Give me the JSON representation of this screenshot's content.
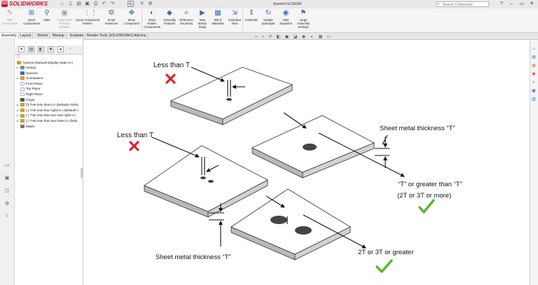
{
  "titlebar": {
    "brand": "SOLIDWORKS",
    "brand_mark": "DS",
    "quick_access_icons": [
      "home-icon",
      "new-doc-icon",
      "open-folder-icon",
      "save-icon",
      "print-icon",
      "undo-icon",
      "redo-icon",
      "select-arrow-icon",
      "rebuild-icon",
      "options-gear-icon"
    ],
    "document_title": "Assem4.SLDASM",
    "search_placeholder": "Search Commands",
    "window_buttons": [
      "?",
      "–",
      "▭",
      "✕"
    ]
  },
  "ribbon": {
    "buttons": [
      {
        "id": "edit-component",
        "label": "Edit\nComponent",
        "dim": true
      },
      {
        "id": "insert-components",
        "label": "Insert\nComponents",
        "dim": false
      },
      {
        "id": "mate",
        "label": "Mate",
        "dim": false
      },
      {
        "id": "component-preview",
        "label": "Component\nPreview\nWindow",
        "dim": true
      },
      {
        "id": "linear-pattern",
        "label": "Linear Component\nPattern",
        "dim": false
      },
      {
        "id": "smart-fasteners",
        "label": "Smart\nFasteners",
        "dim": false
      },
      {
        "id": "move-component",
        "label": "Move\nComponent",
        "dim": false
      },
      {
        "id": "show-hidden",
        "label": "Show\nHidden\nComponents",
        "dim": false
      },
      {
        "id": "assembly-features",
        "label": "Assembly\nFeatures",
        "dim": false
      },
      {
        "id": "reference-geometry",
        "label": "Reference\nGeometry",
        "dim": false
      },
      {
        "id": "new-motion-study",
        "label": "New\nMotion\nStudy",
        "dim": false
      },
      {
        "id": "bill-of-materials",
        "label": "Bill of\nMaterials",
        "dim": false
      },
      {
        "id": "exploded-view",
        "label": "Exploded\nView",
        "dim": false
      },
      {
        "id": "instant3d",
        "label": "Instant3D",
        "dim": false
      },
      {
        "id": "update-speedpak",
        "label": "Update\nSpeedpak",
        "dim": false
      },
      {
        "id": "take-snapshot",
        "label": "Take\nSnapshot",
        "dim": false
      },
      {
        "id": "large-assembly",
        "label": "Large\nAssembly\nSettings",
        "dim": false
      }
    ]
  },
  "tabs": [
    "Assembly",
    "Layout",
    "Sketch",
    "Markup",
    "Evaluate",
    "Render Tools",
    "SOLIDWORKS Add-Ins"
  ],
  "active_tab": "Assembly",
  "tree": {
    "root": "Assem4  (Default<Display State-1>)",
    "items": [
      {
        "label": "History",
        "icon": "history-icon",
        "indent": 1,
        "arrow": true
      },
      {
        "label": "Sensors",
        "icon": "sensor-icon",
        "indent": 1,
        "arrow": false
      },
      {
        "label": "Annotations",
        "icon": "annotation-icon",
        "indent": 1,
        "arrow": true
      },
      {
        "label": "Front Plane",
        "icon": "plane-icon",
        "indent": 1,
        "arrow": false
      },
      {
        "label": "Top Plane",
        "icon": "plane-icon",
        "indent": 1,
        "arrow": false
      },
      {
        "label": "Right Plane",
        "icon": "plane-icon",
        "indent": 1,
        "arrow": false
      },
      {
        "label": "Origin",
        "icon": "origin-icon",
        "indent": 1,
        "arrow": false
      },
      {
        "label": "(f) THK less than<1> (Default<<Defa",
        "icon": "part-icon",
        "indent": 1,
        "arrow": true
      },
      {
        "label": "(-) THK less than right<1> (Default<<",
        "icon": "part-icon",
        "indent": 1,
        "arrow": true
      },
      {
        "label": "(-) THK less than two hole right<1>",
        "icon": "part-icon",
        "indent": 1,
        "arrow": true
      },
      {
        "label": "(-) THK less than two hole<1> (Defa",
        "icon": "part-icon",
        "indent": 1,
        "arrow": true
      },
      {
        "label": "Mates",
        "icon": "mates-icon",
        "indent": 1,
        "arrow": false
      }
    ]
  },
  "annotations": {
    "less_than_t_1": "Less than T",
    "less_than_t_2": "Less than T",
    "sheet_metal_t_right": "Sheet metal thickness “T”",
    "t_or_greater": "“T” or greater than “T”",
    "two_t_or_more": "(2T or 3T or more)",
    "two_t_or_greater": "2T or 3T or greater",
    "sheet_metal_t_bottom": "Sheet metal thickness “T”"
  },
  "colors": {
    "bad_mark": "#e0202a",
    "good_mark": "#58b62c",
    "plate_top": "#ffffff",
    "plate_side": "#b9b9b9",
    "brand_red": "#c8102e"
  }
}
